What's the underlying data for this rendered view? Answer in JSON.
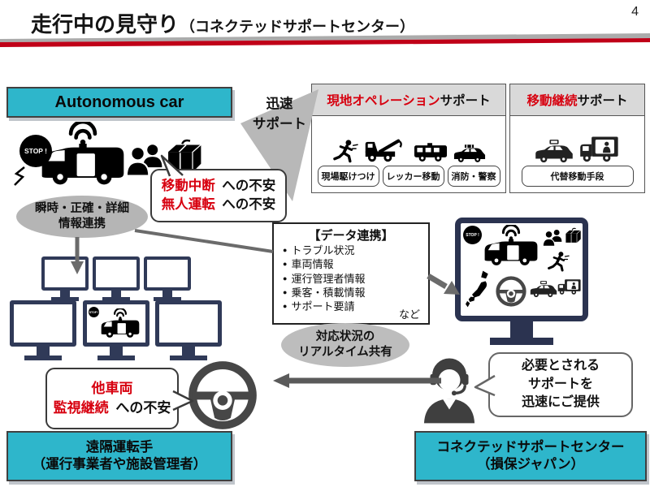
{
  "page_number": "4",
  "header": {
    "title": "走行中の見守り",
    "subtitle": "（コネクテッドサポートセンター）"
  },
  "autonomous_car_label": "Autonomous car",
  "quick_support": {
    "line1": "迅速",
    "line2": "サポート"
  },
  "onsite_support": {
    "title_red": "現地オペレーション",
    "title_black": "サポート",
    "items": [
      {
        "label": "現場駆けつけ"
      },
      {
        "label": "レッカー移動"
      },
      {
        "label": "消防・警察"
      }
    ]
  },
  "mobility_support": {
    "title_red": "移動継続",
    "title_black": "サポート",
    "item_label": "代替移動手段"
  },
  "stop_bubble_label": "STOP !",
  "anxiety_top": {
    "line1_red": "移動中断",
    "line1_black": "への不安",
    "line2_red": "無人運転",
    "line2_black": "への不安"
  },
  "info_ellipse": {
    "line1": "瞬時・正確・詳細",
    "line2": "情報連携"
  },
  "data_link": {
    "title": "【データ連携】",
    "items": [
      "トラブル状況",
      "車両情報",
      "運行管理者情報",
      "乗客・積載情報",
      "サポート要請"
    ],
    "etc": "など"
  },
  "realtime_ellipse": {
    "line1": "対応状況の",
    "line2": "リアルタイム共有"
  },
  "anxiety_bottom": {
    "line1_red": "他車両",
    "line2_red": "監視継続",
    "line2_black": "への不安"
  },
  "provide_bubble": {
    "line1": "必要とされる",
    "line2": "サポートを",
    "line3": "迅速にご提供"
  },
  "remote_driver": {
    "line1": "遠隔運転手",
    "line2": "（運行事業者や施設管理者）"
  },
  "support_center": {
    "line1": "コネクテッドサポートセンター",
    "line2": "（損保ジャパン）"
  },
  "colors": {
    "accent_cyan": "#2eb6cb",
    "accent_red": "#d7000f",
    "monitor_navy": "#303a58",
    "ellipse_gray": "#b5b5b5",
    "triangle_gray": "#b8b8b8",
    "arrow_gray": "#6b6b6b",
    "divider_red": "#c00018",
    "divider_gray": "#ababab",
    "box_header_gray": "#d9d9d9"
  }
}
